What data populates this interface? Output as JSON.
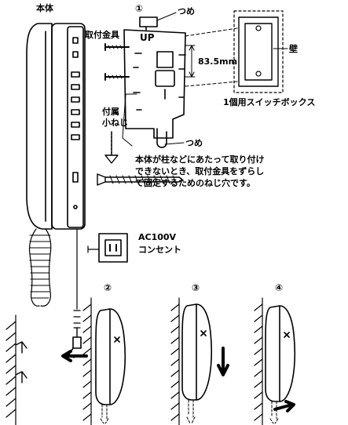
{
  "labels": {
    "main_unit": "本体",
    "step1": "①",
    "step2": "②",
    "step3": "③",
    "step4": "④",
    "tab_top": "つめ",
    "tab_bottom": "つめ",
    "bracket": "取付金具",
    "up": "UP",
    "dimension": "83.5mm",
    "wall": "壁",
    "switch_box": "1個用スイッチボックス",
    "screw_line1": "付属",
    "screw_line2": "小ねじ",
    "outlet_line1": "AC100V",
    "outlet_line2": "コンセント"
  },
  "note_lines": [
    "本体が柱などにあたって取り付け",
    "できないとき、取付金具をずらし",
    "て固定するためのねじ穴です。"
  ]
}
